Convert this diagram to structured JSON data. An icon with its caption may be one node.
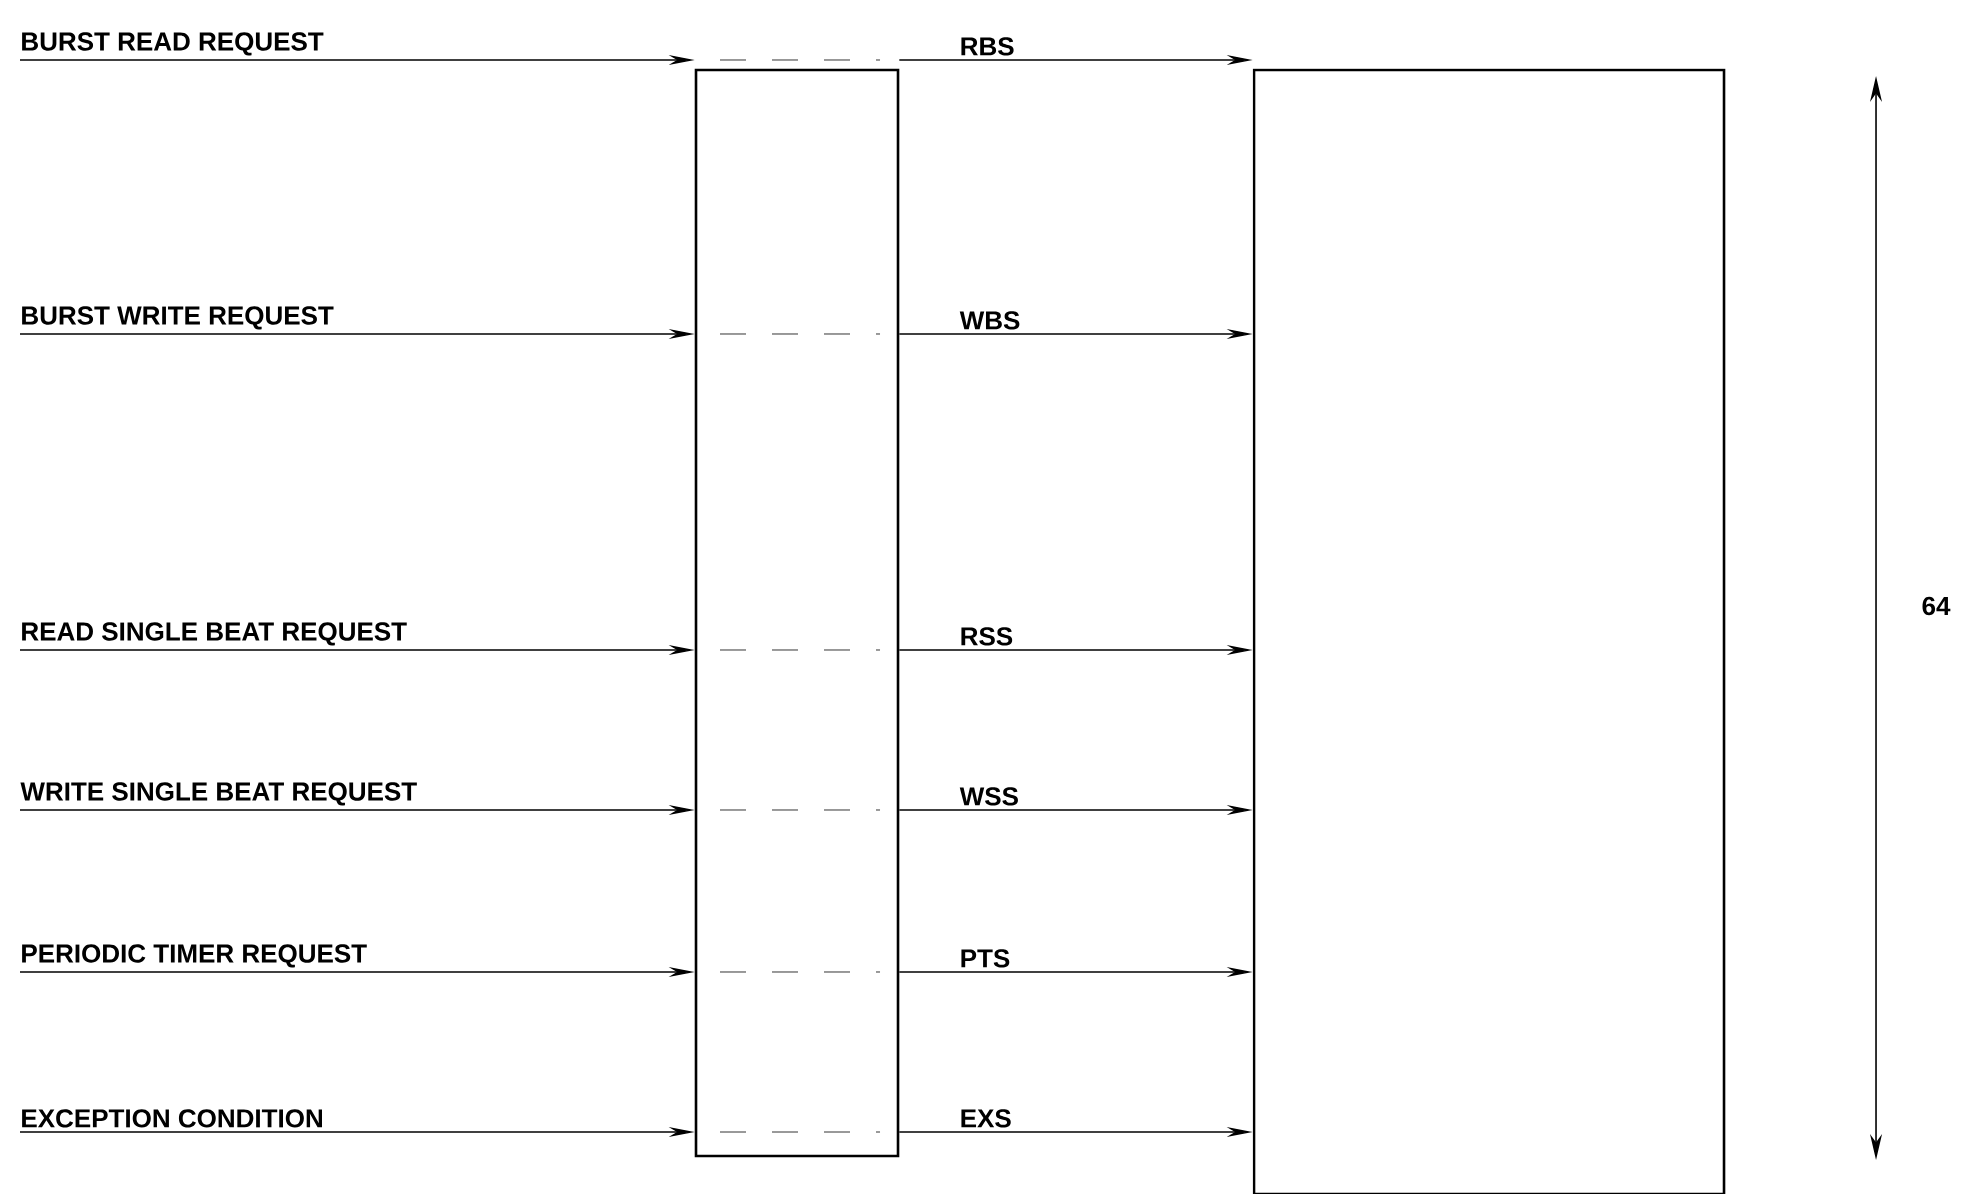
{
  "diagram": {
    "nodes": [
      {
        "text": [
          "BURST READ REQUEST"
        ]
      },
      {
        "text": [
          "BURST WRITE REQUEST"
        ]
      },
      {
        "text": [
          "READ SINGLE BEAT REQUEST"
        ]
      },
      {
        "text": [
          "WRITE SINGLE BEAT REQUEST"
        ]
      },
      {
        "text": [
          "PERIODIC TIMER REQUEST"
        ]
      },
      {
        "text": [
          "EXCEPTION CONDITION"
        ]
      },
      {
        "text": [],
        "shape": "box"
      },
      {
        "text": [],
        "shape": "box"
      }
    ],
    "edges": [
      {
        "from": 0,
        "to": 6,
        "arrow": "to"
      },
      {
        "from": 6,
        "to": 7,
        "arrow": "to",
        "label": "RBS"
      },
      {
        "from": 1,
        "to": 6,
        "arrow": "to"
      },
      {
        "from": 6,
        "to": 7,
        "arrow": "to",
        "label": "WBS"
      },
      {
        "from": 2,
        "to": 6,
        "arrow": "to"
      },
      {
        "from": 6,
        "to": 7,
        "arrow": "to",
        "label": "RSS"
      },
      {
        "from": 3,
        "to": 6,
        "arrow": "to"
      },
      {
        "from": 6,
        "to": 7,
        "arrow": "to",
        "label": "WSS"
      },
      {
        "from": 4,
        "to": 6,
        "arrow": "to"
      },
      {
        "from": 6,
        "to": 7,
        "arrow": "to",
        "label": "PTS"
      },
      {
        "from": 5,
        "to": 6,
        "arrow": "to"
      },
      {
        "from": 6,
        "to": 7,
        "arrow": "to",
        "label": "EXS"
      }
    ],
    "labels": [
      "64"
    ]
  }
}
